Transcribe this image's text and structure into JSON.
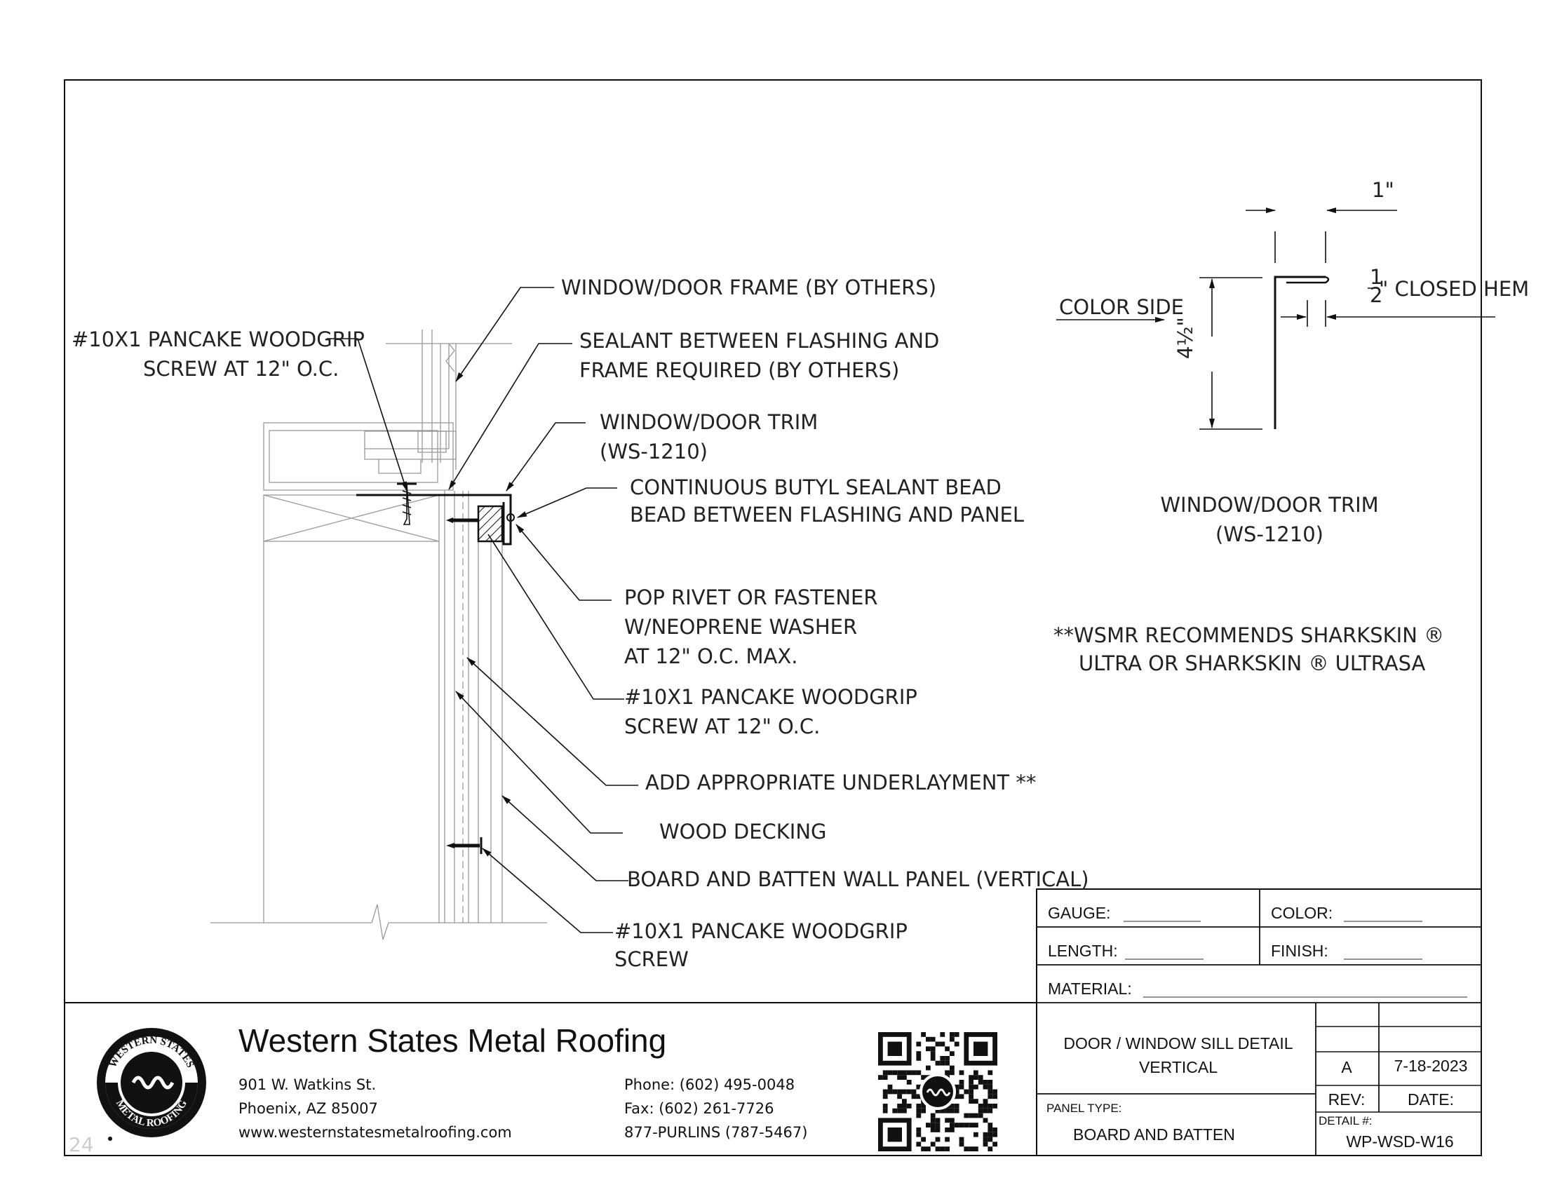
{
  "annotations": {
    "frame": "WINDOW/DOOR FRAME (BY OTHERS)",
    "sealant_1": "SEALANT BETWEEN FLASHING AND",
    "sealant_2": "FRAME REQUIRED (BY OTHERS)",
    "trim_1": "WINDOW/DOOR TRIM",
    "trim_2": "(WS-1210)",
    "butyl_1": "CONTINUOUS BUTYL SEALANT BEAD",
    "butyl_2": "BEAD BETWEEN FLASHING AND PANEL",
    "screw_top_1": "#10X1 PANCAKE WOODGRIP",
    "screw_top_2": "SCREW AT 12\" O.C.",
    "rivet_1": "POP RIVET OR FASTENER",
    "rivet_2": "W/NEOPRENE WASHER",
    "rivet_3": "AT 12\" O.C. MAX.",
    "screw_mid_1": "#10X1 PANCAKE WOODGRIP",
    "screw_mid_2": "SCREW AT 12\" O.C.",
    "underlayment": "ADD APPROPRIATE UNDERLAYMENT **",
    "decking": "WOOD DECKING",
    "panel": "BOARD AND BATTEN WALL PANEL (VERTICAL)",
    "screw_bot_1": "#10X1 PANCAKE WOODGRIP",
    "screw_bot_2": "SCREW"
  },
  "profile": {
    "dim_top": "1\"",
    "dim_height": "4½\"",
    "hem_fraction_num": "1",
    "hem_fraction_den": "2",
    "hem_label": "\" CLOSED HEM",
    "color_side": "COLOR SIDE",
    "caption_1": "WINDOW/DOOR TRIM",
    "caption_2": "(WS-1210)",
    "note_1": "**WSMR RECOMMENDS SHARKSKIN ®",
    "note_2": "ULTRA OR SHARKSKIN ® ULTRASA"
  },
  "spec": {
    "gauge": "GAUGE:",
    "color": "COLOR:",
    "length": "LENGTH:",
    "finish": "FINISH:",
    "material": "MATERIAL:"
  },
  "company": {
    "name": "Western States Metal Roofing",
    "address_1": "901 W. Watkins St.",
    "address_2": "Phoenix, AZ 85007",
    "website": "www.westernstatesmetalroofing.com",
    "phone": "Phone: (602) 495-0048",
    "fax": "Fax: (602) 261-7726",
    "tollfree": "877-PURLINS (787-5467)",
    "logo_text_top": "WESTERN STATES",
    "logo_text_bottom": "METAL ROOFING",
    "page_number": "24"
  },
  "titleblock": {
    "title_1": "DOOR  / WINDOW SILL DETAIL",
    "title_2": "VERTICAL",
    "rev_value": "A",
    "date_value": "7-18-2023",
    "rev_label": "REV:",
    "date_label": "DATE:",
    "panel_type_label": "PANEL TYPE:",
    "panel_type_value": "BOARD AND BATTEN",
    "detail_label": "DETAIL #:",
    "detail_value": "WP-WSD-W16"
  }
}
